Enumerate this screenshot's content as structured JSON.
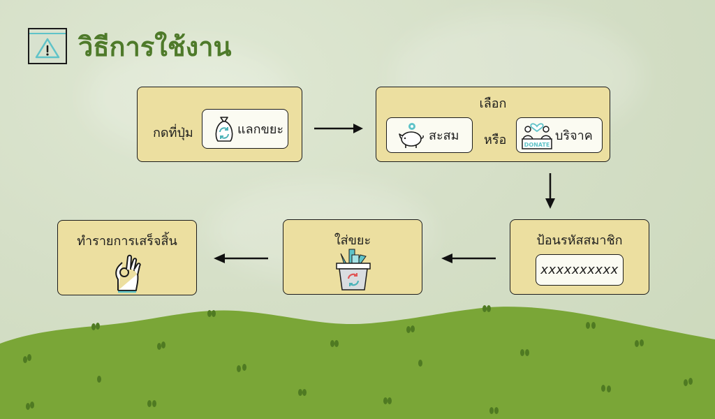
{
  "title": "วิธีการใช้งาน",
  "icons": {
    "title": "warning-icon",
    "trash_bag": "trash-bag-icon",
    "piggy_bank": "piggy-bank-icon",
    "donate": "donate-icon",
    "recycle_bin": "recycle-bin-icon",
    "ok_hand": "ok-hand-icon"
  },
  "steps": {
    "press": {
      "label": "กดที่ปุ่ม",
      "button": "แลกขยะ"
    },
    "choose": {
      "title": "เลือก",
      "save": "สะสม",
      "or": "หรือ",
      "donate": "บริจาค",
      "donate_badge": "DONATE"
    },
    "member": {
      "title": "ป้อนรหัสสมาชิก",
      "code": "xxxxxxxxxx"
    },
    "insert": {
      "title": "ใส่ขยะ"
    },
    "done": {
      "title": "ทำรายการเสร็จสิ้น"
    }
  },
  "colors": {
    "title": "#4e7a2a",
    "box_fill": "#ecdfa0",
    "grass": "#7aa637",
    "accent_teal": "#5fc3c8"
  }
}
